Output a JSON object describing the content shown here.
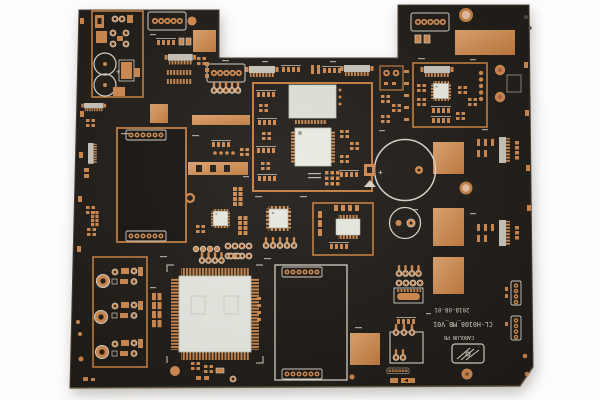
{
  "scene": {
    "type": "photograph",
    "subject": "Black printed circuit board (PCB) with copper pads, connectors, ICs and white silkscreen on a white background"
  },
  "silkscreen": {
    "date": "2018-08-01",
    "model": "CL-H0108_MB_V01",
    "brand": "CAROLUN PB",
    "plus_sign": "+",
    "orientation_note": "labels printed rotated 180 degrees"
  },
  "colors": {
    "background": "#ffffff",
    "board": "#221e1a",
    "copper": "#c57f42",
    "copper_light": "#dca06b",
    "silkscreen": "#d8d4c8",
    "ic_body": "#e7e9e1",
    "hole_center": "#e5c2a6"
  }
}
